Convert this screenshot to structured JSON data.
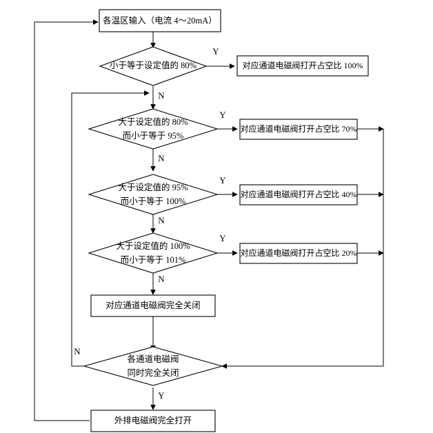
{
  "diagram": {
    "title": "temperature-zone solenoid valve duty-cycle control flowchart",
    "background_color": "#ffffff",
    "line_color": "#000000",
    "nodes": {
      "input": {
        "label": "各温区输入（电流 4～20mA）"
      },
      "d1": {
        "line1": "小于等于设定值的 80%",
        "line2": ""
      },
      "d2": {
        "line1": "大于设定值的 80%",
        "line2": "而小于等于 95%"
      },
      "d3": {
        "line1": "大于设定值的 95%",
        "line2": "而小于等于 100%"
      },
      "d4": {
        "line1": "大于设定值的 100%",
        "line2": "而小于等于 101%"
      },
      "out1": {
        "label": "对应通道电磁阀打开占空比 100%"
      },
      "out2": {
        "label": "对应通道电磁阀打开占空比 70%"
      },
      "out3": {
        "label": "对应通道电磁阀打开占空比 40%"
      },
      "out4": {
        "label": "对应通道电磁阀打开占空比 20%"
      },
      "close": {
        "label": "对应通道电磁阀完全关闭"
      },
      "d5": {
        "line1": "各通道电磁阀",
        "line2": "同时完全关闭"
      },
      "open": {
        "label": "外排电磁阀完全打开"
      }
    },
    "branch_labels": {
      "d1_yes": "Y",
      "d1_no": "N",
      "d2_yes": "Y",
      "d2_no": "N",
      "d3_yes": "Y",
      "d3_no": "N",
      "d4_yes": "Y",
      "d4_no": "N",
      "d5_yes": "Y",
      "d5_no": "N"
    }
  }
}
